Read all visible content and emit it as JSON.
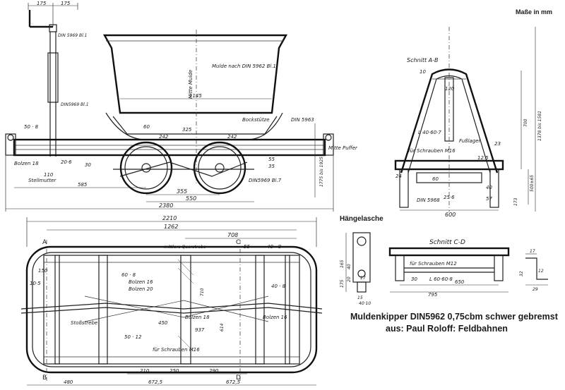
{
  "units_note": "Maße in mm",
  "caption": {
    "line1": "Muldenkipper DIN5962 0,75cbm schwer gebremst",
    "line2": "aus: Paul Roloff: Feldbahnen"
  },
  "detail_title": "Hängelasche",
  "section_titles": {
    "ab": "Schnitt A-B",
    "cd": "Schnitt C-D"
  },
  "side_view": {
    "mulde_note": "Mulde nach DIN 5962 Bl.1",
    "mulde_axis": "Mitte Mulde",
    "handle_ref": "DIN 5969 Bl.1",
    "post_ref": "DIN5969 Bl.1",
    "labels": [
      "Bolzen 18",
      "Stellmutter",
      "Bockstütze",
      "Mitte Puffer",
      "DIN5969 Bl.7",
      "DIN 5963"
    ],
    "dims": {
      "top_175a": "175",
      "top_175b": "175",
      "mulde_width": "1145",
      "wheel_gap": "355",
      "axle_base": "550",
      "left_585": "585",
      "overall": "2380",
      "d110": "110",
      "d60": "60",
      "d325": "325",
      "d242": "242",
      "d50_8": "50 · 8",
      "d55": "55",
      "d35": "35",
      "d30": "30",
      "d20_6": "20·6",
      "ht_1775": "1775 bis 1925"
    }
  },
  "section_ab": {
    "labels": [
      "L 40·60·7",
      "Fußlager",
      "für Schrauben M16",
      "DIN 5968",
      "25·6"
    ],
    "dims": {
      "top": "120",
      "base": "600",
      "left_10": "10",
      "d23": "23",
      "d12_5": "12.5",
      "d40": "40",
      "d57": "57",
      "d24": "24",
      "d60": "60",
      "h700": "700",
      "h1378": "1378 bis 1581",
      "h500": "500±65",
      "h173": "173"
    }
  },
  "plan_view": {
    "labels": [
      "Stoßstrebe",
      "mittlere Querstrebe",
      "für Schrauben M16",
      "Bolzen 16",
      "Bolzen 20",
      "Bolzen 18",
      "Bolzen 16"
    ],
    "dims": {
      "overall": "2210",
      "inner": "1262",
      "d708": "708",
      "d40_8": "40 · 8",
      "d150": "150",
      "d40_8b": "40 · 8",
      "d10_5": "10·5",
      "d937": "937",
      "d450": "450",
      "d50_12": "50 · 12",
      "d60_8": "60 · 8",
      "bottom_480": "480",
      "bottom_672a": "672,5",
      "bottom_672b": "672,5",
      "bottom_210": "210",
      "bottom_250": "250",
      "bottom_290": "290",
      "d55": "55",
      "ch_710": "710",
      "ch_614": "614"
    },
    "section_marks": [
      "A",
      "B",
      "C",
      "D"
    ]
  },
  "lasche": {
    "dims": {
      "d40": "40",
      "d20": "20",
      "d165": "165",
      "d175": "175",
      "d15": "15",
      "d40_10": "40·10",
      "d17": "17"
    }
  },
  "section_cd": {
    "labels": [
      "für Schrauben M12",
      "L 60·60·8"
    ],
    "dims": {
      "width": "795",
      "inner": "650",
      "d30": "30",
      "d17": "17",
      "d29": "29",
      "d32": "32",
      "d12": "12"
    }
  }
}
